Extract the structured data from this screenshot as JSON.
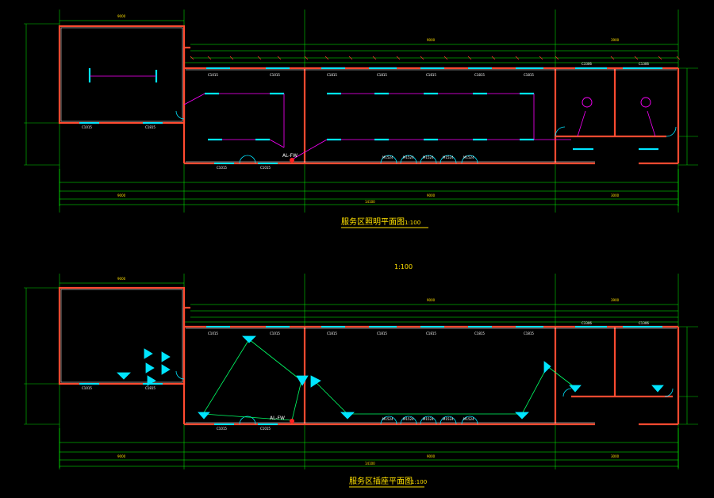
{
  "drawing": {
    "lighting_plan_title": "服务区照明平面图",
    "lighting_plan_scale": "1:100",
    "socket_plan_title": "服务区插座平面图",
    "socket_plan_scale": "1:100",
    "mid_scale": "1:100"
  },
  "panel_labels": {
    "lighting_panel": "AL-FW",
    "socket_panel": "AL-FW"
  },
  "colors": {
    "wall": "#ff3c28",
    "dimension": "#00ff00",
    "window": "#00e5ff",
    "lighting_wire": "#ff00ff",
    "socket_wire": "#00ff66",
    "text": "#ffe000"
  },
  "windows_top": [
    "C1015",
    "C1015",
    "C1815",
    "C1815",
    "C1815",
    "C1815",
    "C1815",
    "C3306",
    "C1306"
  ],
  "windows_left_room": [
    "C1015",
    "C1815"
  ],
  "doors_bottom": [
    "M1524",
    "M1524",
    "M1524",
    "M1524",
    "M1524"
  ],
  "lower_windows": [
    "C1015",
    "C1015"
  ],
  "dims_top_overall": [
    "9000",
    "3900"
  ],
  "dims_bottom_overall": [
    "14100",
    "3000"
  ]
}
